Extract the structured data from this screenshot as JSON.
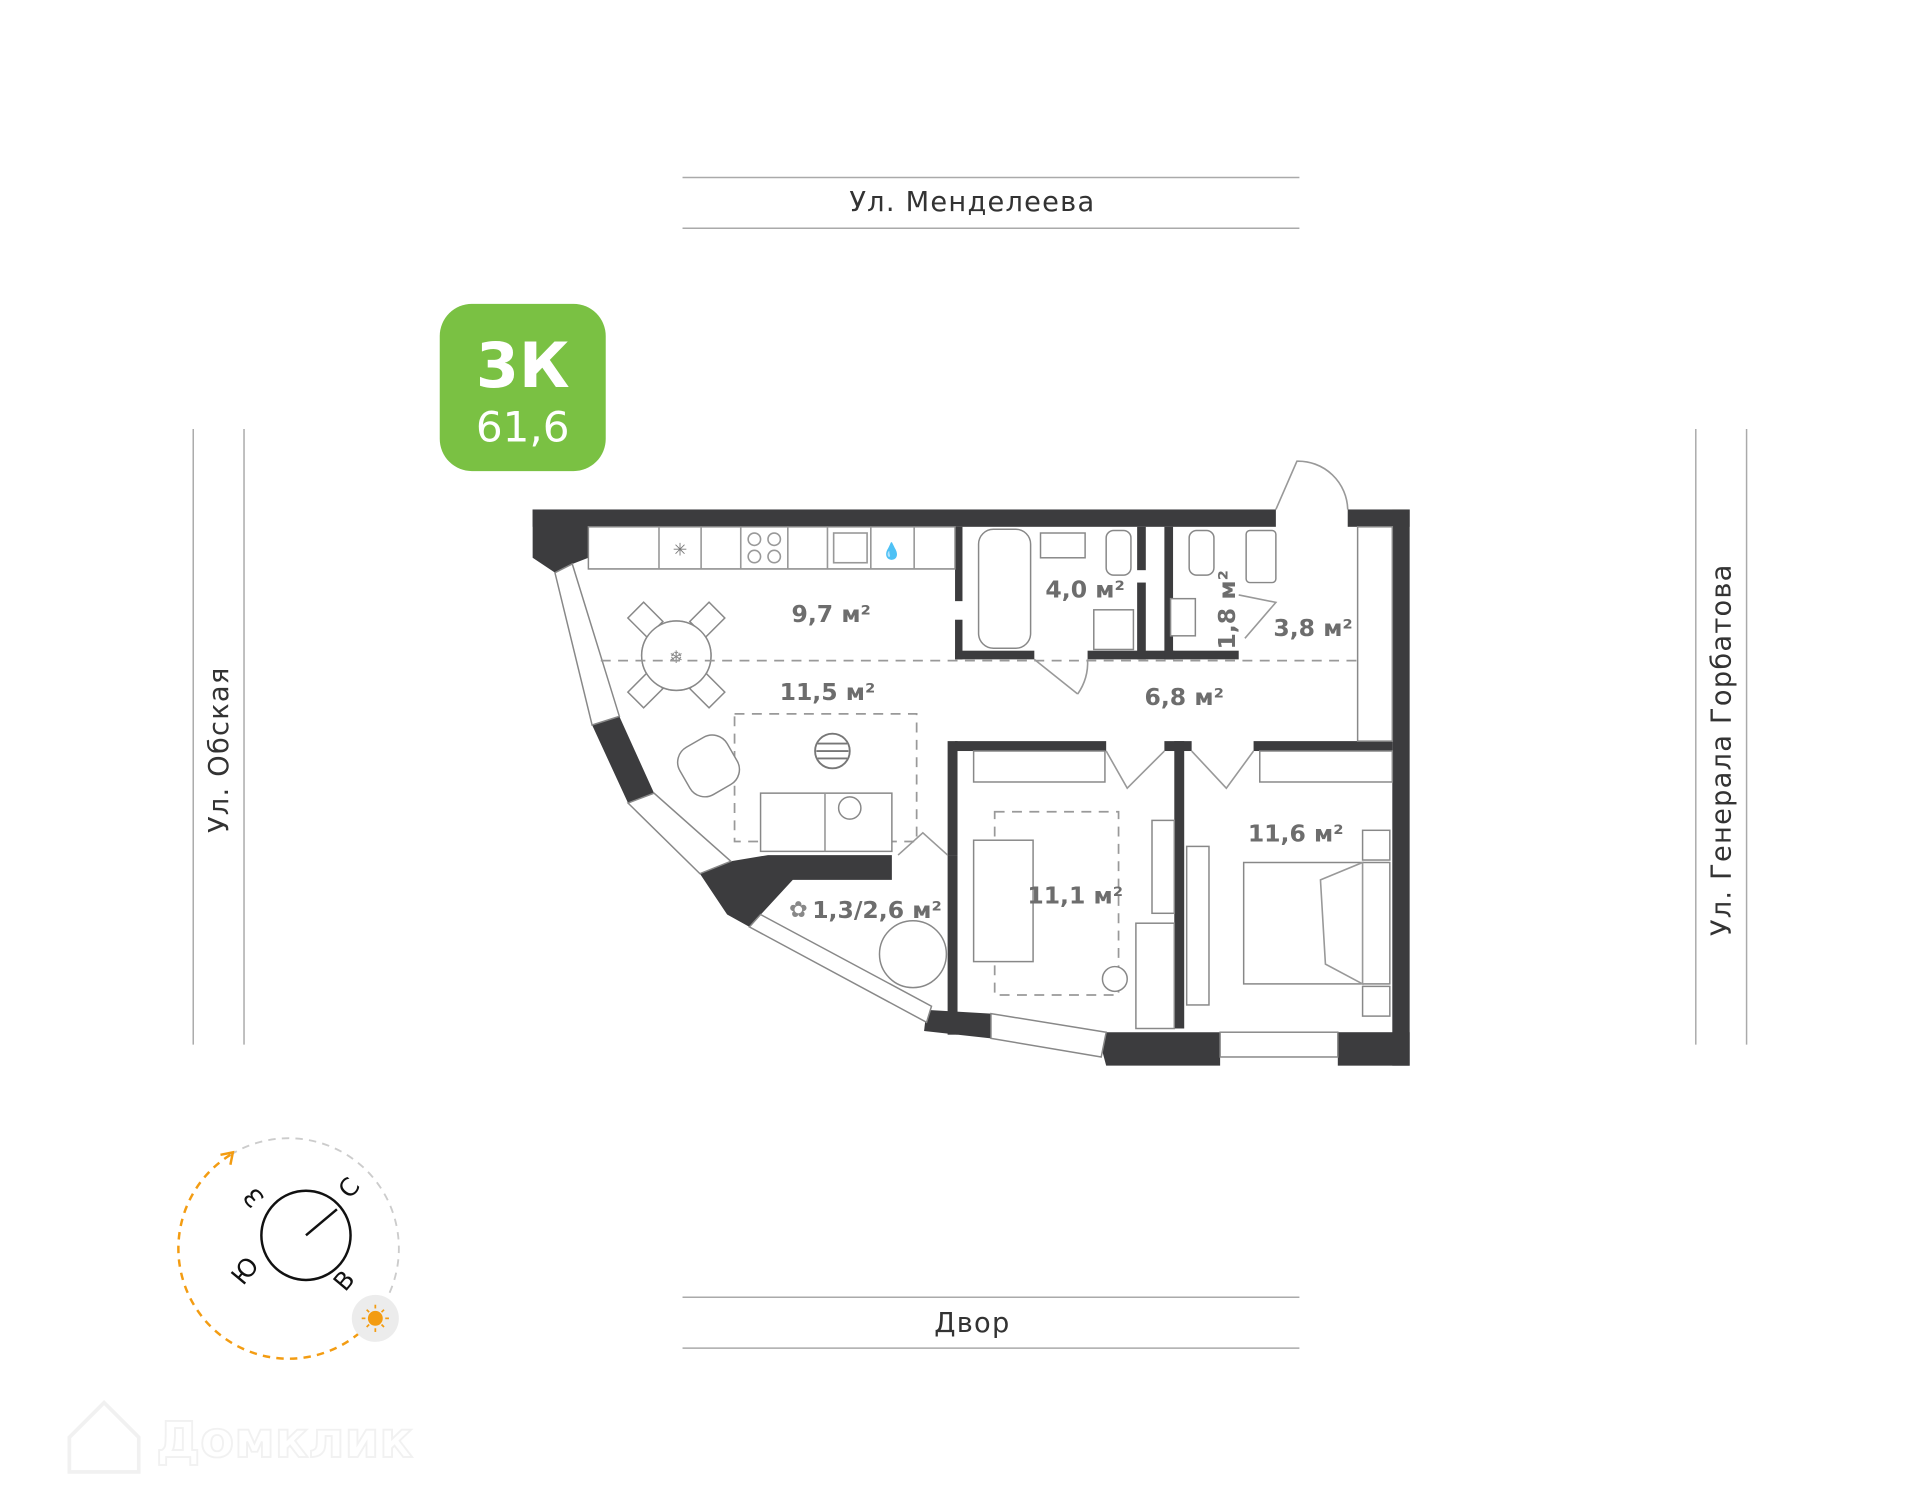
{
  "streets": {
    "top": "Ул. Менделеева",
    "left": "Ул. Обская",
    "right": "Ул. Генерала Горбатова",
    "bottom": "Двор"
  },
  "badge": {
    "rooms": "3К",
    "area": "61,6",
    "color": "#7ac143"
  },
  "rooms": [
    {
      "name": "kitchen",
      "area": "9,7 м²"
    },
    {
      "name": "living",
      "area": "11,5 м²"
    },
    {
      "name": "bathroom",
      "area": "4,0 м²"
    },
    {
      "name": "toilet",
      "area": "1,8 м²"
    },
    {
      "name": "hall-closet",
      "area": "3,8 м²"
    },
    {
      "name": "corridor",
      "area": "6,8 м²"
    },
    {
      "name": "bedroom-1",
      "area": "11,1 м²"
    },
    {
      "name": "bedroom-2",
      "area": "11,6 м²"
    },
    {
      "name": "balcony",
      "area": "1,3/2,6 м²"
    }
  ],
  "compass": {
    "north": "С",
    "east": "В",
    "south": "Ю",
    "west": "З",
    "sun_color": "#f39c12"
  },
  "logo": "Домклик"
}
